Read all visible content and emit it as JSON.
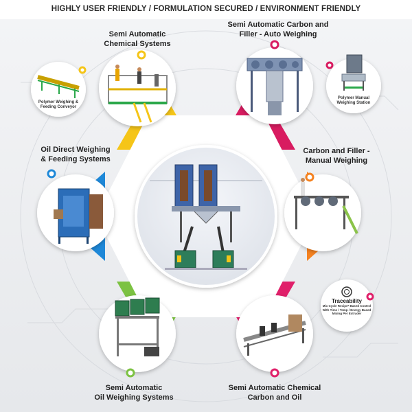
{
  "header": "HIGHLY USER FRIENDLY / FORMULATION SECURED / ENVIRONMENT FRIENDLY",
  "labels": {
    "semi_chemical": [
      "Semi Automatic",
      "Chemical Systems"
    ],
    "semi_carbon_auto": [
      "Semi Automatic Carbon and",
      "Filler - Auto Weighing"
    ],
    "carbon_manual": [
      "Carbon and Filler -",
      "Manual Weighing"
    ],
    "oil_direct": [
      "Oil Direct Weighing",
      "&  Feeding Systems"
    ],
    "semi_oil": [
      "Semi Automatic",
      "Oil Weighing Systems"
    ],
    "semi_chem_carbon_oil": [
      "Semi Automatic Chemical",
      "Carbon and Oil"
    ]
  },
  "small_labels": {
    "polymer_conveyor": [
      "Polymer Weighing &",
      "Feeding Conveyor"
    ],
    "polymer_manual": [
      "Polymer Manual",
      "Weighing Station"
    ]
  },
  "traceability": {
    "title": "Traceability",
    "desc": [
      "Mix Cycle Recipe* Based Control",
      "With Time / Temp / Energy Based",
      "Mixing Per Extruder"
    ]
  },
  "colors": {
    "yellow": "#F5C518",
    "magenta": "#D81B60",
    "orange": "#F58220",
    "blue": "#1E88D8",
    "green": "#7CC242",
    "pink": "#E0206A"
  }
}
